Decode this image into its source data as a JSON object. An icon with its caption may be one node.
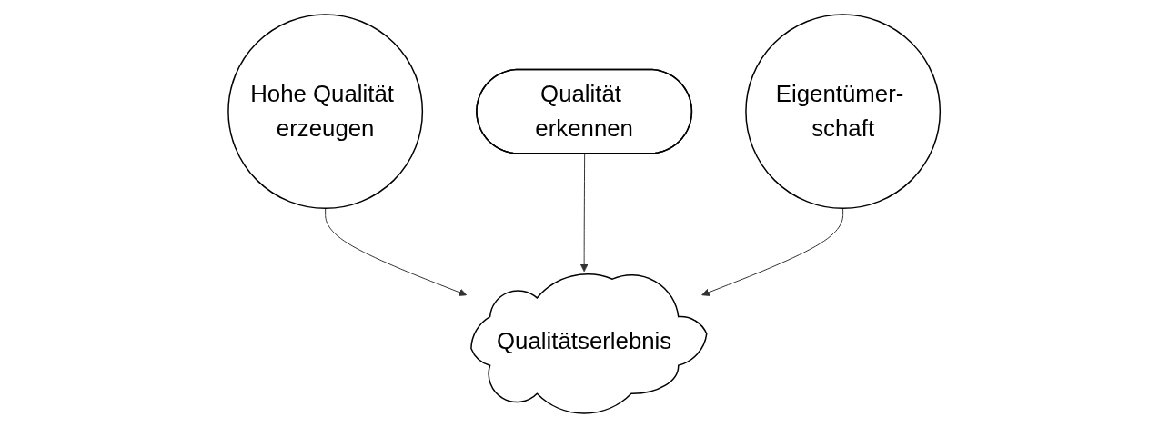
{
  "diagram": {
    "nodes": [
      {
        "text": [
          "Hohe Qualität erzeugen"
        ]
      },
      {
        "text": [
          "Qualität erkennen"
        ]
      },
      {
        "text": [
          "Eigentümer- schaft"
        ]
      },
      {
        "text": [
          "Qualitätserlebnis"
        ]
      }
    ],
    "edges": [
      {
        "from": 0,
        "to": 3,
        "arrow": "to"
      },
      {
        "from": 1,
        "to": 3,
        "arrow": "to"
      },
      {
        "from": 2,
        "to": 3,
        "arrow": "to"
      }
    ]
  }
}
